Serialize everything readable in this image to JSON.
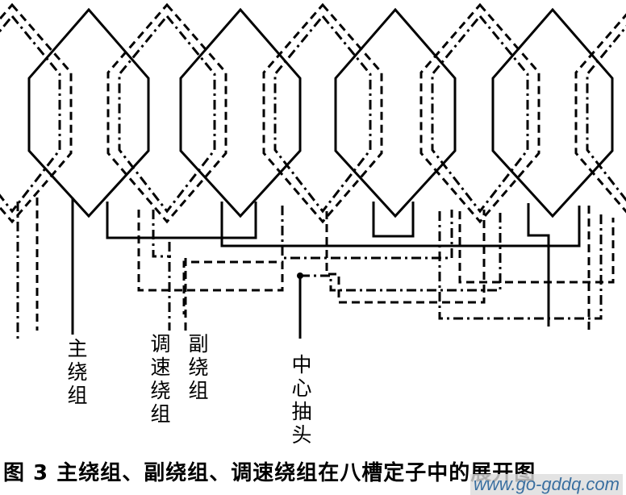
{
  "labels": {
    "main_winding": "主绕组",
    "speed_winding": "调速绕组",
    "aux_winding": "副绕组",
    "center_tap": "中心抽头"
  },
  "caption": "图 3  主绕组、副绕组、调速绕组在八槽定子中的展开图",
  "watermark": "www.go-gddq.com"
}
